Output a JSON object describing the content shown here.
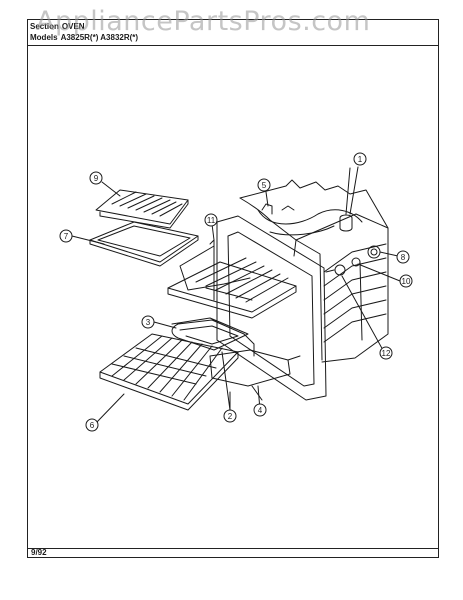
{
  "header": {
    "section_label": "Section",
    "section_value": "OVEN",
    "models_label": "Models",
    "models_value": "A3825R(*)   A3832R(*)"
  },
  "watermark": "AppliancePartsPros.com",
  "footer": {
    "date": "9/92"
  },
  "callouts": [
    "1",
    "2",
    "3",
    "4",
    "5",
    "6",
    "7",
    "8",
    "9",
    "10",
    "11",
    "12"
  ],
  "colors": {
    "line": "#1a1a1a",
    "paper": "#ffffff",
    "watermark": "#969696"
  }
}
